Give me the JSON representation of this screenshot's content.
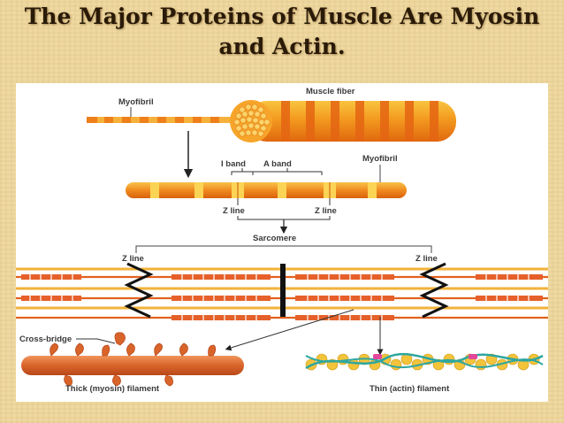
{
  "title": {
    "line1": "The Major Proteins of Muscle Are Myosin",
    "line2": "and Actin."
  },
  "diagram": {
    "labels": {
      "myofibril_top": "Myofibril",
      "muscle_fiber": "Muscle fiber",
      "myofibril_mid": "Myofibril",
      "i_band": "I band",
      "a_band": "A band",
      "z_line_left": "Z line",
      "z_line_right": "Z line",
      "sarcomere": "Sarcomere",
      "z_line_sarc_left": "Z line",
      "z_line_sarc_right": "Z line",
      "cross_bridge": "Cross-bridge",
      "thick_filament": "Thick (myosin) filament",
      "thin_filament": "Thin (actin) filament"
    },
    "colors": {
      "fiber_orange": "#f07a1a",
      "fiber_yellow": "#f7b52b",
      "myosin_orange": "#e06a2a",
      "actin_yellow": "#f3c33a",
      "actin_strand": "#2ea6a0",
      "actin_pink": "#e3479a"
    }
  }
}
